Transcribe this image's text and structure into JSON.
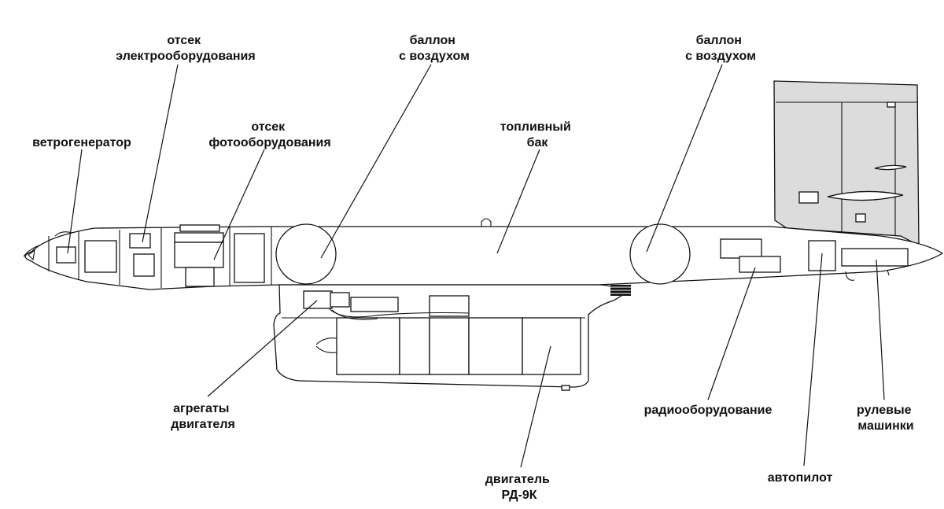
{
  "labels": {
    "windmill": [
      "ветрогенератор"
    ],
    "electrical_bay": [
      "отсек",
      "электрооборудования"
    ],
    "photo_bay": [
      "отсек",
      "фотооборудования"
    ],
    "air_bottle_front": [
      "баллон",
      "с воздухом"
    ],
    "fuel_tank": [
      "топливный",
      "бак"
    ],
    "air_bottle_rear": [
      "баллон",
      "с воздухом"
    ],
    "engine_units": [
      "агрегаты",
      "двигателя"
    ],
    "engine": [
      "двигатель",
      "РД-9К"
    ],
    "radio": [
      "радиооборудование"
    ],
    "autopilot": [
      "автопилот"
    ],
    "servos": [
      "рулевые",
      "машинки"
    ]
  },
  "colors": {
    "line": "#111111",
    "tail_shade": "#dcdcdc",
    "background": "#ffffff"
  }
}
